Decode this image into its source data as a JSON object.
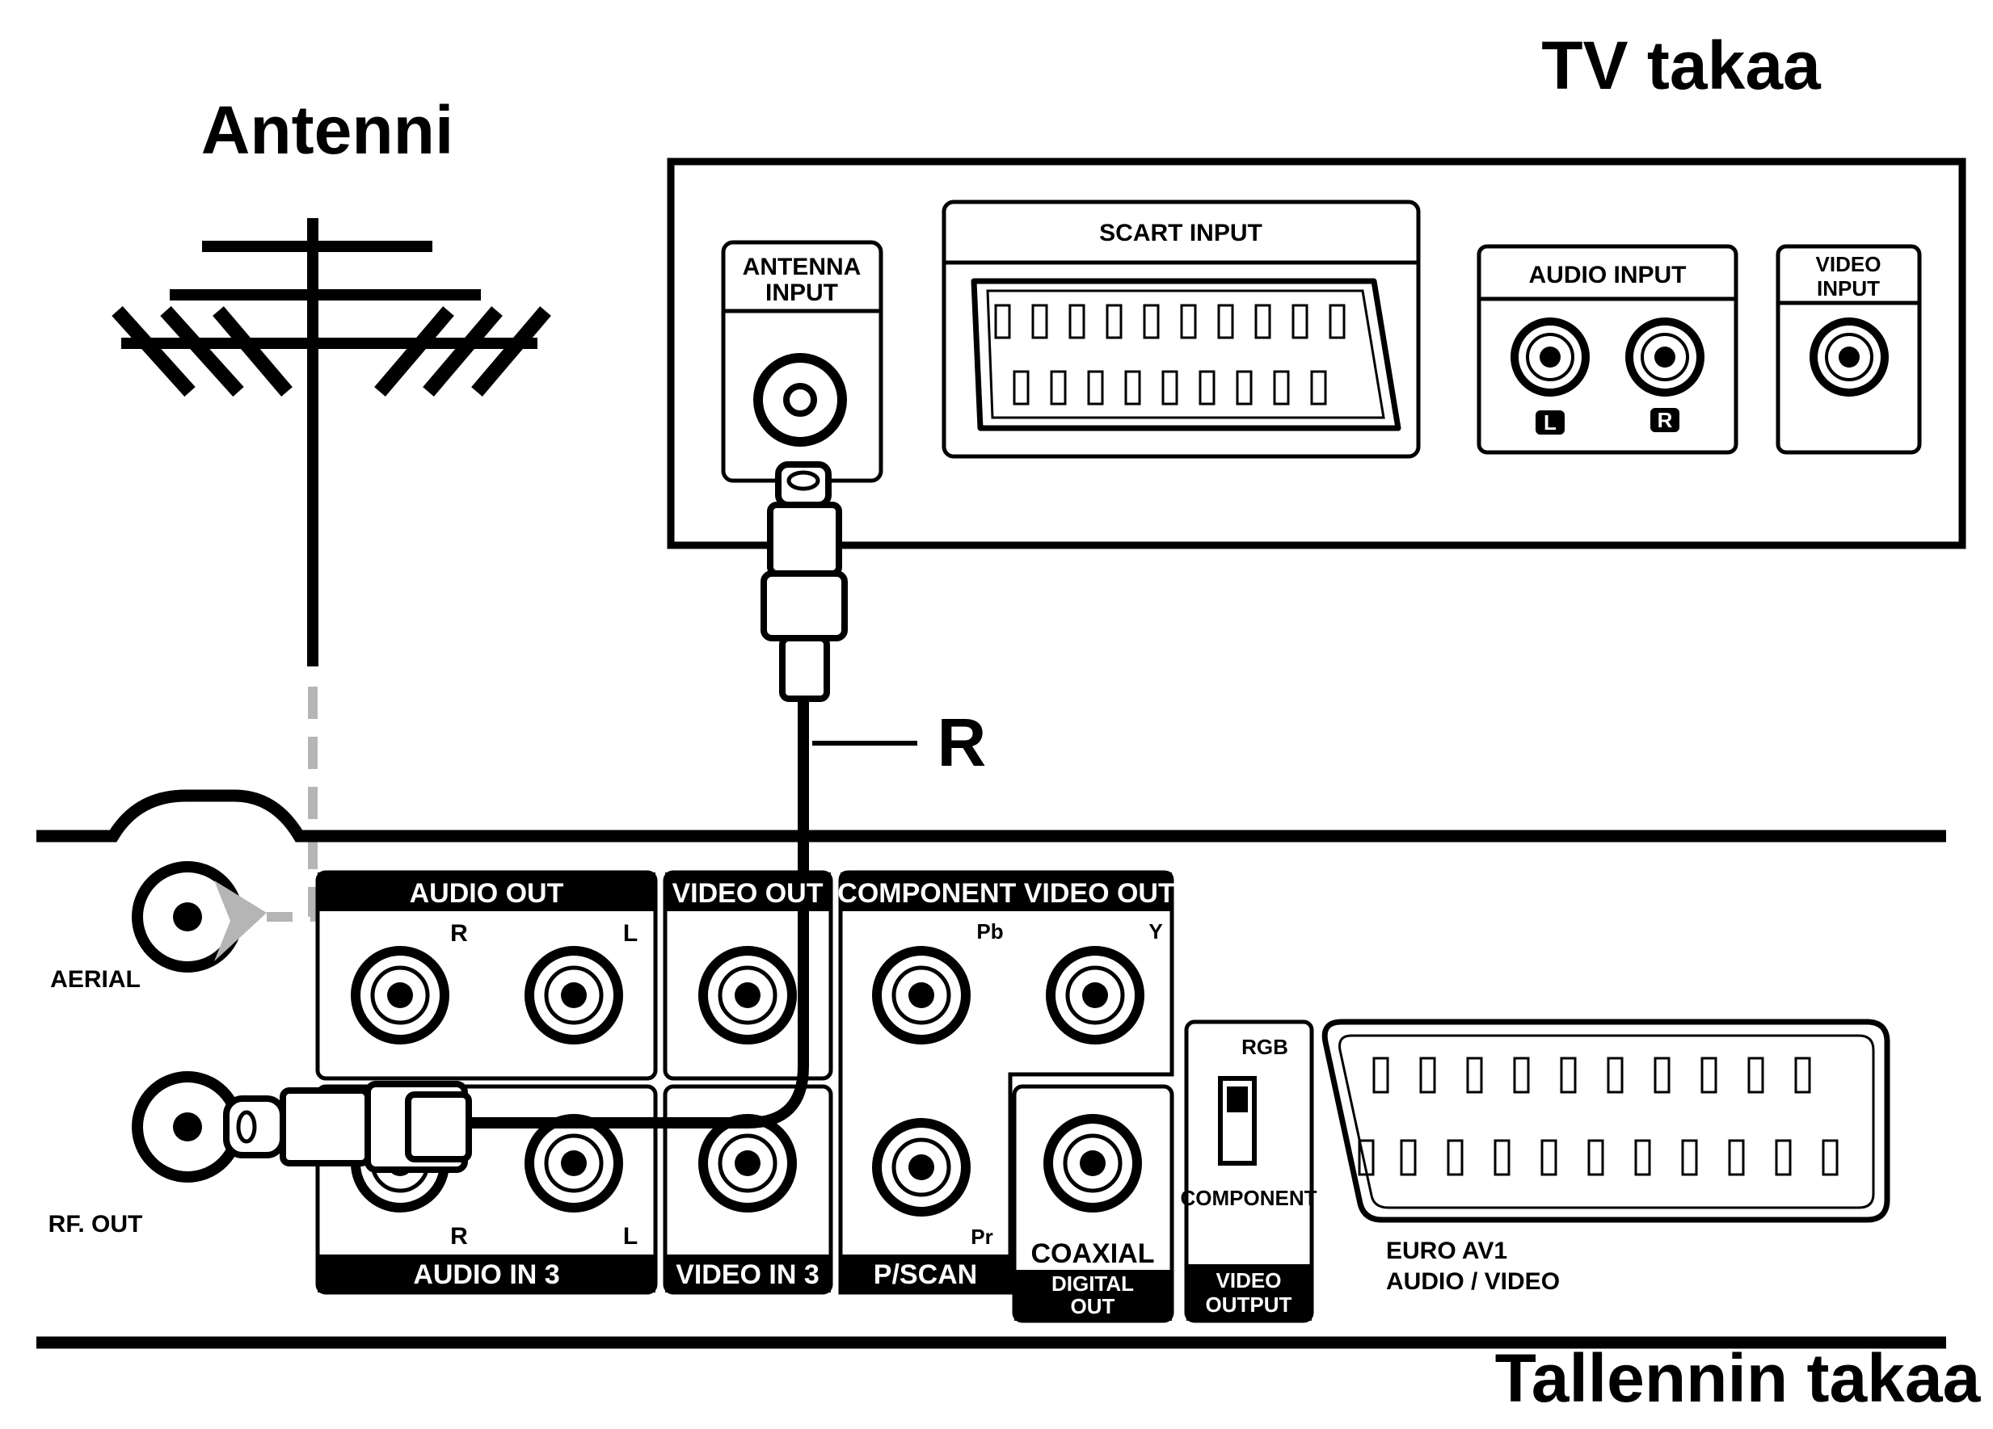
{
  "titles": {
    "antenna": "Antenni",
    "tv_back": "TV takaa",
    "recorder_back": "Tallennin takaa",
    "cable_label": "R"
  },
  "tv_panel": {
    "antenna_input": [
      "ANTENNA",
      "INPUT"
    ],
    "scart_input": "SCART INPUT",
    "audio_input": "AUDIO INPUT",
    "audio_left": "L",
    "audio_right": "R",
    "video_input": [
      "VIDEO",
      "INPUT"
    ]
  },
  "recorder_panel": {
    "aerial": "AERIAL",
    "rf_out": "RF. OUT",
    "audio_out": "AUDIO OUT",
    "audio_out_r": "R",
    "audio_out_l": "L",
    "video_out": "VIDEO OUT",
    "component_video_out": "COMPONENT VIDEO OUT",
    "pb": "Pb",
    "y": "Y",
    "pr": "Pr",
    "rgb": "RGB",
    "component": "COMPONENT",
    "audio_in_3": "AUDIO IN 3",
    "audio_in_r": "R",
    "audio_in_l": "L",
    "video_in_3": "VIDEO IN 3",
    "p_scan": "P/SCAN",
    "coaxial": "COAXIAL",
    "digital_out": [
      "DIGITAL",
      "OUT"
    ],
    "video_output": [
      "VIDEO",
      "OUTPUT"
    ],
    "euro_av1": [
      "EURO AV1",
      "AUDIO / VIDEO"
    ]
  }
}
